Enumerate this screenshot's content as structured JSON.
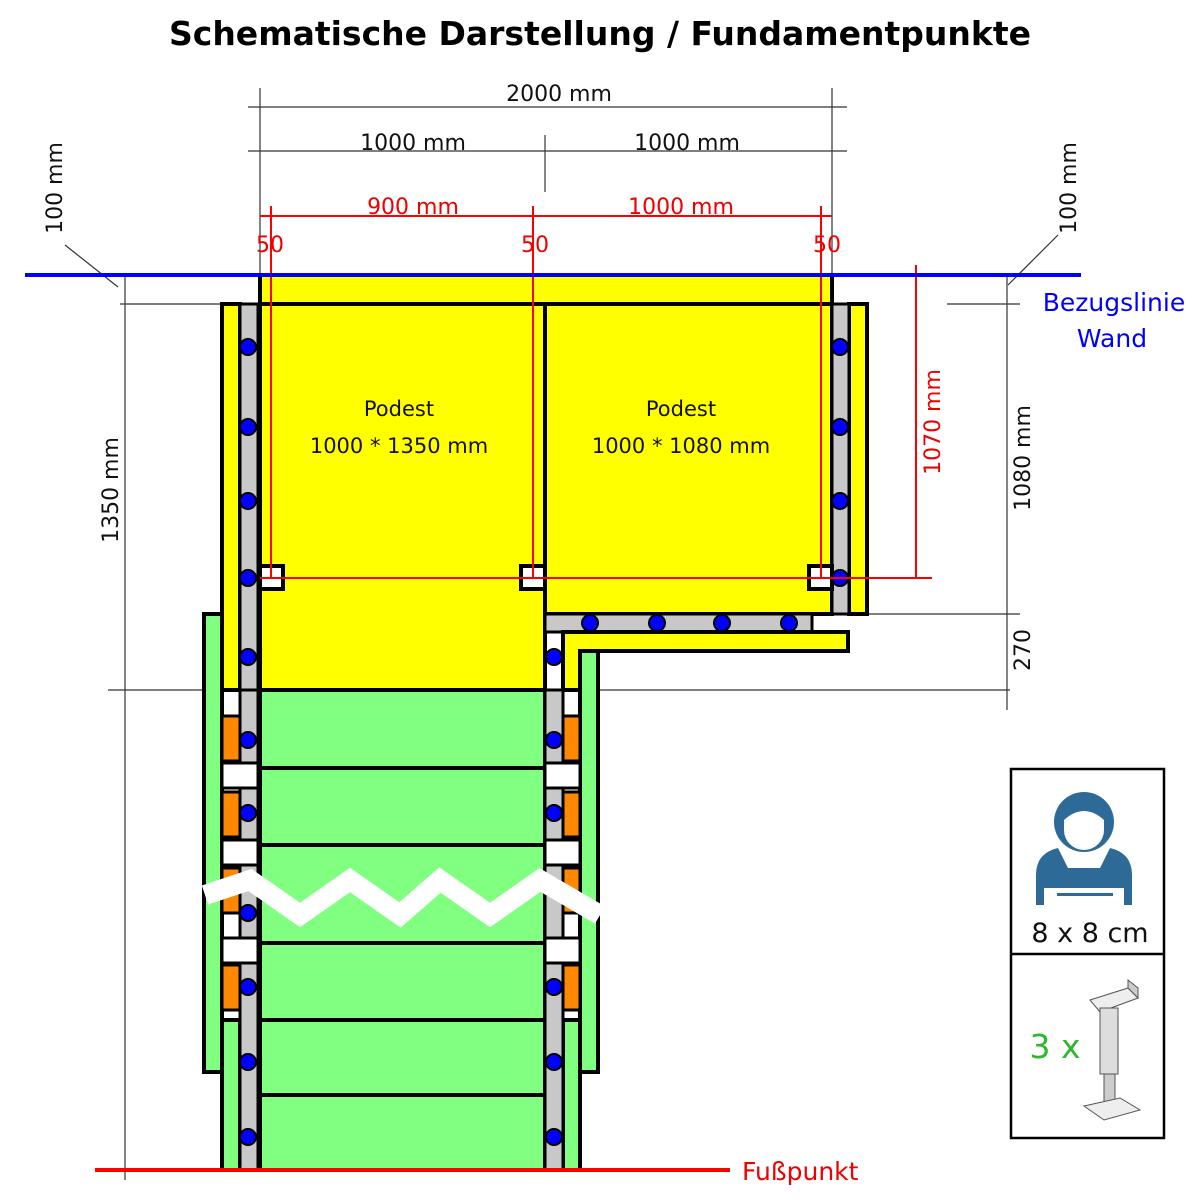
{
  "title": "Schematische Darstellung / Fundamentpunkte",
  "dimensions": {
    "total_width": "2000 mm",
    "left_width": "1000 mm",
    "right_width": "1000 mm",
    "left_post_spacing": "900 mm",
    "right_post_spacing": "1000 mm",
    "offset_left": "50",
    "offset_middle": "50",
    "offset_right": "50",
    "wall_gap_left": "100 mm",
    "wall_gap_right": "100 mm",
    "left_depth": "1350 mm",
    "right_depth": "1080 mm",
    "post_depth": "1070 mm",
    "step_offset": "270"
  },
  "landings": [
    {
      "label": "Podest",
      "size": "1000 * 1350 mm"
    },
    {
      "label": "Podest",
      "size": "1000 * 1080 mm"
    }
  ],
  "reference_line": {
    "line1": "Bezugslinie",
    "line2": "Wand",
    "color": "#0000ff"
  },
  "foot_line": {
    "label": "Fußpunkt",
    "color": "#ff0000"
  },
  "legend": {
    "post_size": "8 x 8 cm",
    "support_count": "3 x"
  },
  "colors": {
    "landing": "#ffff00",
    "stairs": "#80ff80",
    "stringer": "#ff8800",
    "anchor": "#0000ff"
  }
}
